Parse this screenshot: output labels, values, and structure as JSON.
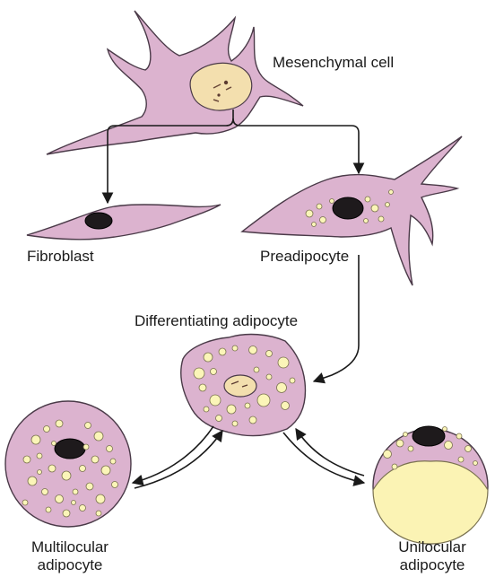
{
  "labels": {
    "mesenchymal": "Mesenchymal cell",
    "fibroblast": "Fibroblast",
    "preadipocyte": "Preadipocyte",
    "differentiating": "Differentiating adipocyte",
    "multilocular_line1": "Multilocular",
    "multilocular_line2": "adipocyte",
    "unilocular_line1": "Unilocular",
    "unilocular_line2": "adipocyte"
  },
  "colors": {
    "cytoplasm": "#dcb3cf",
    "membrane": "#4a3a48",
    "nucleus_light": "#f3dfae",
    "nucleus_dark": "#1e1a1c",
    "lipid": "#fbf5b8",
    "lipid_outline": "#7a7250",
    "arrow": "#1a1a1a"
  }
}
